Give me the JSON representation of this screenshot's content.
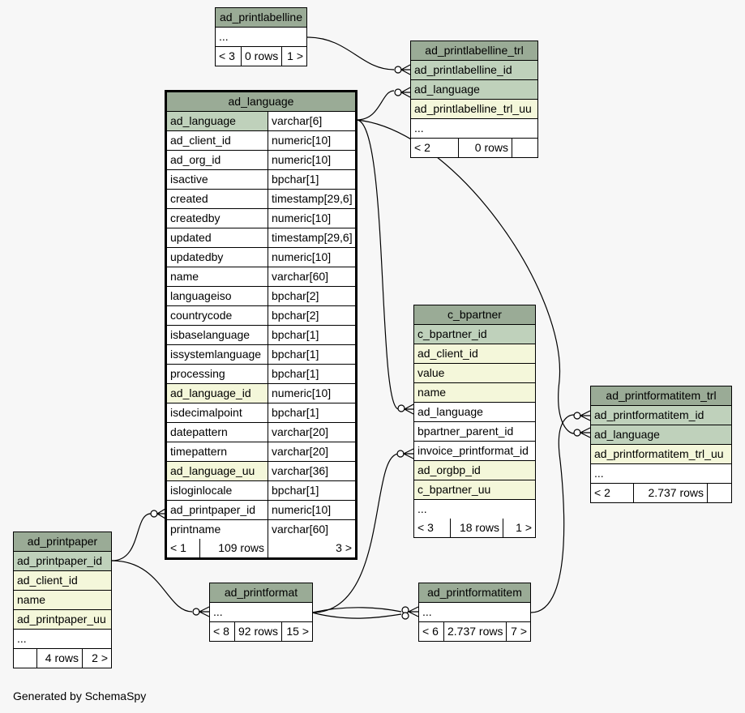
{
  "credit": "Generated by SchemaSpy",
  "tables": {
    "ad_printlabelline": {
      "name": "ad_printlabelline",
      "rows": [
        {
          "label": "...",
          "style": "plain"
        }
      ],
      "footer": [
        "< 3",
        "0 rows",
        "1 >"
      ]
    },
    "ad_printlabelline_trl": {
      "name": "ad_printlabelline_trl",
      "rows": [
        {
          "label": "ad_printlabelline_id",
          "style": "pk"
        },
        {
          "label": "ad_language",
          "style": "pk"
        },
        {
          "label": "ad_printlabelline_trl_uu",
          "style": "idx"
        },
        {
          "label": "...",
          "style": "plain"
        }
      ],
      "footer": [
        "< 2",
        "0 rows",
        ""
      ]
    },
    "ad_language": {
      "name": "ad_language",
      "rows": [
        {
          "label": "ad_language",
          "type": "varchar[6]",
          "style": "pk"
        },
        {
          "label": "ad_client_id",
          "type": "numeric[10]",
          "style": "plain"
        },
        {
          "label": "ad_org_id",
          "type": "numeric[10]",
          "style": "plain"
        },
        {
          "label": "isactive",
          "type": "bpchar[1]",
          "style": "plain"
        },
        {
          "label": "created",
          "type": "timestamp[29,6]",
          "style": "plain"
        },
        {
          "label": "createdby",
          "type": "numeric[10]",
          "style": "plain"
        },
        {
          "label": "updated",
          "type": "timestamp[29,6]",
          "style": "plain"
        },
        {
          "label": "updatedby",
          "type": "numeric[10]",
          "style": "plain"
        },
        {
          "label": "name",
          "type": "varchar[60]",
          "style": "plain"
        },
        {
          "label": "languageiso",
          "type": "bpchar[2]",
          "style": "plain"
        },
        {
          "label": "countrycode",
          "type": "bpchar[2]",
          "style": "plain"
        },
        {
          "label": "isbaselanguage",
          "type": "bpchar[1]",
          "style": "plain"
        },
        {
          "label": "issystemlanguage",
          "type": "bpchar[1]",
          "style": "plain"
        },
        {
          "label": "processing",
          "type": "bpchar[1]",
          "style": "plain"
        },
        {
          "label": "ad_language_id",
          "type": "numeric[10]",
          "style": "idx"
        },
        {
          "label": "isdecimalpoint",
          "type": "bpchar[1]",
          "style": "plain"
        },
        {
          "label": "datepattern",
          "type": "varchar[20]",
          "style": "plain"
        },
        {
          "label": "timepattern",
          "type": "varchar[20]",
          "style": "plain"
        },
        {
          "label": "ad_language_uu",
          "type": "varchar[36]",
          "style": "idx"
        },
        {
          "label": "isloginlocale",
          "type": "bpchar[1]",
          "style": "plain"
        },
        {
          "label": "ad_printpaper_id",
          "type": "numeric[10]",
          "style": "plain"
        },
        {
          "label": "printname",
          "type": "varchar[60]",
          "style": "plain"
        }
      ],
      "footer": [
        "< 1",
        "109 rows",
        "3 >"
      ]
    },
    "c_bpartner": {
      "name": "c_bpartner",
      "rows": [
        {
          "label": "c_bpartner_id",
          "style": "pk"
        },
        {
          "label": "ad_client_id",
          "style": "idx"
        },
        {
          "label": "value",
          "style": "idx"
        },
        {
          "label": "name",
          "style": "idx"
        },
        {
          "label": "ad_language",
          "style": "plain"
        },
        {
          "label": "bpartner_parent_id",
          "style": "plain"
        },
        {
          "label": "invoice_printformat_id",
          "style": "plain"
        },
        {
          "label": "ad_orgbp_id",
          "style": "idx"
        },
        {
          "label": "c_bpartner_uu",
          "style": "idx"
        },
        {
          "label": "...",
          "style": "plain"
        }
      ],
      "footer": [
        "< 3",
        "18 rows",
        "1 >"
      ]
    },
    "ad_printformatitem_trl": {
      "name": "ad_printformatitem_trl",
      "rows": [
        {
          "label": "ad_printformatitem_id",
          "style": "pk"
        },
        {
          "label": "ad_language",
          "style": "pk"
        },
        {
          "label": "ad_printformatitem_trl_uu",
          "style": "idx"
        },
        {
          "label": "...",
          "style": "plain"
        }
      ],
      "footer": [
        "< 2",
        "2.737 rows",
        ""
      ]
    },
    "ad_printpaper": {
      "name": "ad_printpaper",
      "rows": [
        {
          "label": "ad_printpaper_id",
          "style": "pk"
        },
        {
          "label": "ad_client_id",
          "style": "idx"
        },
        {
          "label": "name",
          "style": "idx"
        },
        {
          "label": "ad_printpaper_uu",
          "style": "idx"
        },
        {
          "label": "...",
          "style": "plain"
        }
      ],
      "footer": [
        "",
        "4 rows",
        "2 >"
      ]
    },
    "ad_printformat": {
      "name": "ad_printformat",
      "rows": [
        {
          "label": "...",
          "style": "plain"
        }
      ],
      "footer": [
        "< 8",
        "92 rows",
        "15 >"
      ]
    },
    "ad_printformatitem": {
      "name": "ad_printformatitem",
      "rows": [
        {
          "label": "...",
          "style": "plain"
        }
      ],
      "footer": [
        "< 6",
        "2.737 rows",
        "7 >"
      ]
    }
  },
  "colors": {
    "header": "#9aab96",
    "primary_key": "#bfd1bb",
    "indexed": "#f4f7da",
    "background": "#f7f7f7"
  }
}
